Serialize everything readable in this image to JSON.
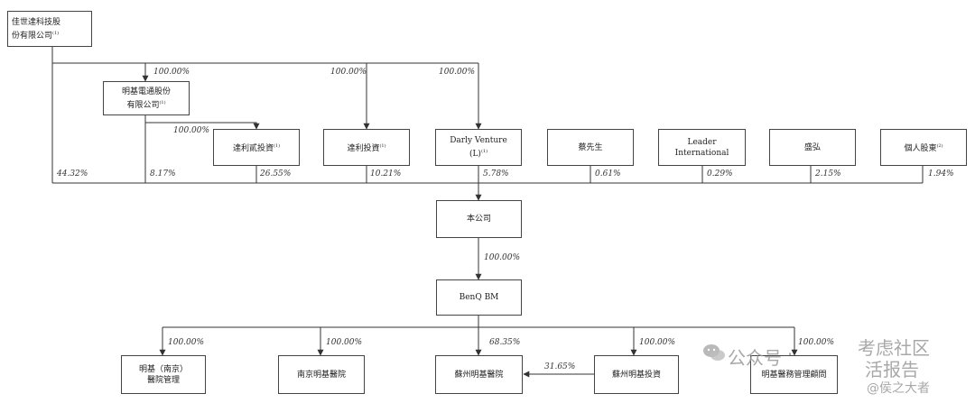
{
  "top_holder": {
    "line1": "佳世達科技股",
    "line2": "份有限公司",
    "note": "(1)"
  },
  "mid_holder": {
    "line1": "明基電通股份",
    "line2": "有限公司",
    "note": "(1)"
  },
  "holders": [
    {
      "name": "達利貳投資",
      "note": "(1)"
    },
    {
      "name": "達利投資",
      "note": "(1)"
    },
    {
      "line1": "Darly Venture",
      "line2": "(L)",
      "note": "(1)"
    },
    {
      "name": "蔡先生"
    },
    {
      "line1": "Leader",
      "line2": "International"
    },
    {
      "name": "盛弘"
    },
    {
      "name": "個人股東",
      "note": "(2)"
    }
  ],
  "company": "本公司",
  "benq_bm": "BenQ BM",
  "subsidiaries": [
    {
      "line1": "明基（南京）",
      "line2": "醫院管理"
    },
    {
      "name": "南京明基醫院"
    },
    {
      "name": "蘇州明基醫院"
    },
    {
      "name": "蘇州明基投資"
    },
    {
      "name": "明基醫務管理顧問"
    }
  ],
  "percentages": {
    "top_to_mid": "100.00%",
    "top_to_dali": "100.00%",
    "top_to_darly": "100.00%",
    "mid_to_dali2": "100.00%",
    "top_holder_share": "44.32%",
    "mid_holder_share": "8.17%",
    "dali2_share": "26.55%",
    "dali_share": "10.21%",
    "darly_share": "5.78%",
    "cai_share": "0.61%",
    "leader_share": "0.29%",
    "shenghong_share": "2.15%",
    "individual_share": "1.94%",
    "company_to_benq": "100.00%",
    "benq_to_nanjing_mgmt": "100.00%",
    "benq_to_nanjing_hosp": "100.00%",
    "benq_to_suzhou_hosp": "68.35%",
    "benq_to_suzhou_inv": "100.00%",
    "benq_to_consult": "100.00%",
    "suzhou_inv_to_hosp": "31.65%"
  },
  "watermark": {
    "public_account": "公众号",
    "dot": "·",
    "brand1": "考虑社区",
    "brand2": "活报告",
    "handle": "@侯之大者"
  }
}
